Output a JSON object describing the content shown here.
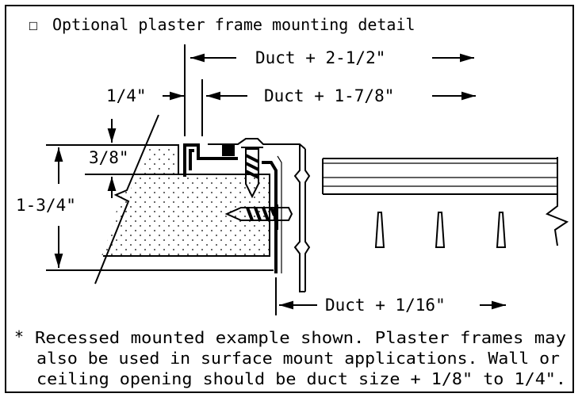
{
  "title": {
    "checkbox_symbol": "☐",
    "text": "Optional plaster frame mounting detail"
  },
  "dimensions": {
    "duct_plus_2_1_2": "Duct + 2-1/2\"",
    "quarter": "1/4\"",
    "duct_plus_1_7_8": "Duct + 1-7/8\"",
    "three_eighths": "3/8\"",
    "one_three_quarters": "1-3/4\"",
    "duct_plus_1_16": "Duct + 1/16\""
  },
  "note": {
    "asterisk": "*",
    "line1": "Recessed mounted example shown. Plaster frames may",
    "line2": "also be used in surface mount applications. Wall or",
    "line3": "ceiling opening should be duct size + 1/8\" to 1/4\"."
  },
  "colors": {
    "ink": "#000000",
    "paper": "#ffffff"
  }
}
